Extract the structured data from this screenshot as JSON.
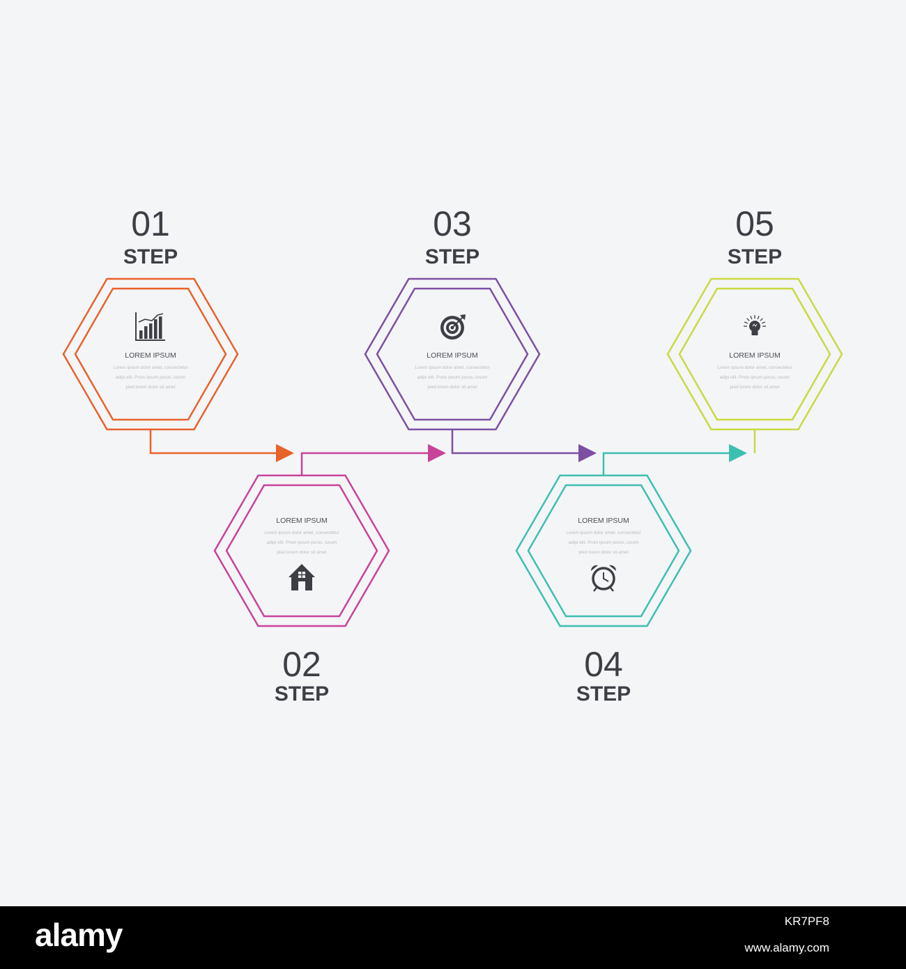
{
  "steps": [
    {
      "number": "01",
      "label": "STEP",
      "title": "LOREM IPSUM",
      "lines": [
        "Lorem ipsum dolor amet, consectetur",
        "adipi elit. Proin ipsum purus, iusom",
        "pied lorem dolor sit amet"
      ],
      "color": "#e8622a",
      "icon": "bar-chart-icon"
    },
    {
      "number": "02",
      "label": "STEP",
      "title": "LOREM IPSUM",
      "lines": [
        "Lorem ipsum dolor amet, consectetur",
        "adipi elit. Proin ipsum purus, iusom",
        "pied lorem dolor sit amet"
      ],
      "color": "#c8439a",
      "icon": "house-icon"
    },
    {
      "number": "03",
      "label": "STEP",
      "title": "LOREM IPSUM",
      "lines": [
        "Lorem ipsum dolor amet, consectetur",
        "adipi elit. Proin ipsum purus, iusom",
        "pied lorem dolor sit amet"
      ],
      "color": "#7d4fa3",
      "icon": "target-icon"
    },
    {
      "number": "04",
      "label": "STEP",
      "title": "LOREM IPSUM",
      "lines": [
        "Lorem ipsum dolor amet, consectetur",
        "adipi elit. Proin ipsum purus, iusom",
        "pied lorem dolor sit amet"
      ],
      "color": "#3dbfb0",
      "icon": "alarm-clock-icon"
    },
    {
      "number": "05",
      "label": "STEP",
      "title": "LOREM IPSUM",
      "lines": [
        "Lorem ipsum dolor amet, consectetur",
        "adipi elit. Proin ipsum purus, iusom",
        "pied lorem dolor sit amet"
      ],
      "color": "#c9da3f",
      "icon": "lightbulb-icon"
    }
  ],
  "icon_color": "#3d3f45",
  "watermark": {
    "logo": "alamy",
    "image_id": "KR7PF8",
    "url": "www.alamy.com"
  }
}
